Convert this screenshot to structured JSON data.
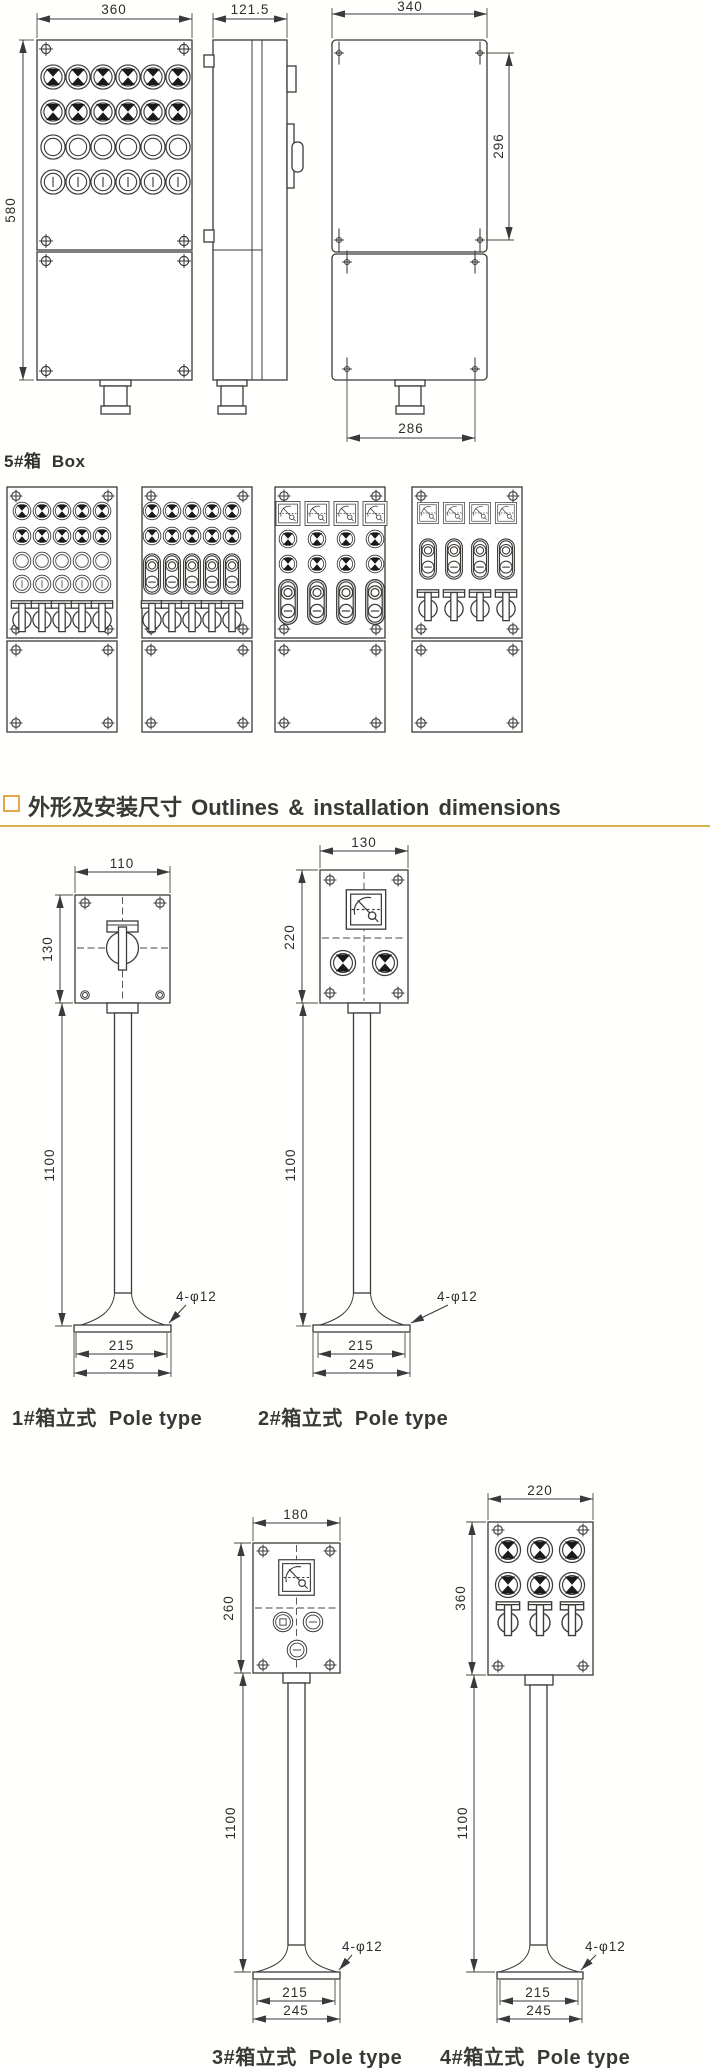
{
  "page": {
    "header_text": "外形及安装尺寸 Outlines & installation dimensions",
    "header_bullet_color": "#e7a64b",
    "rule_color": "#d8b14d",
    "line_color": "#3d3a37",
    "box5_label": "5#箱  Box"
  },
  "box5_dims": {
    "front_width": "360",
    "side_width": "121.5",
    "back_width": "340",
    "front_height": "580",
    "mount_vspan": "296",
    "mount_hspan": "286"
  },
  "poles": [
    {
      "caption": "1#箱立式  Pole type",
      "width": "110",
      "height": "130",
      "pole_height": "1100",
      "bolt_span": "215",
      "base_width": "245",
      "holes": "4-φ12"
    },
    {
      "caption": "2#箱立式  Pole type",
      "width": "130",
      "height": "220",
      "pole_height": "1100",
      "bolt_span": "215",
      "base_width": "245",
      "holes": "4-φ12"
    },
    {
      "caption": "3#箱立式  Pole type",
      "width": "180",
      "height": "260",
      "pole_height": "1100",
      "bolt_span": "215",
      "base_width": "245",
      "holes": "4-φ12"
    },
    {
      "caption": "4#箱立式  Pole type",
      "width": "220",
      "height": "360",
      "pole_height": "1100",
      "bolt_span": "215",
      "base_width": "245",
      "holes": "4-φ12"
    }
  ]
}
